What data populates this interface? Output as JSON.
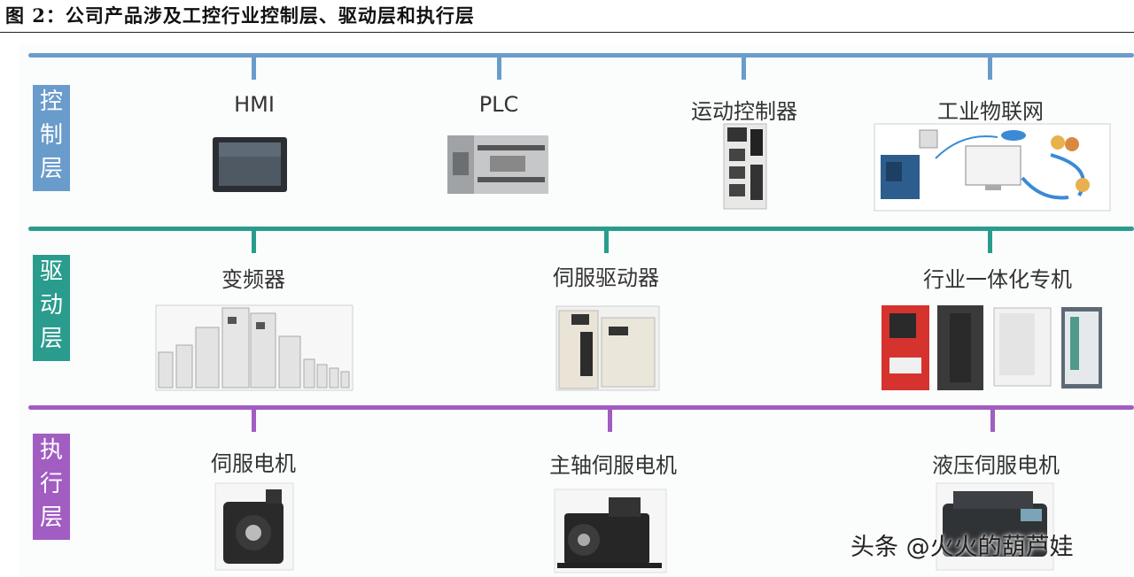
{
  "title": "图 2：公司产品涉及工控行业控制层、驱动层和执行层",
  "colors": {
    "control": "#6a9ccb",
    "drive": "#2a9c8d",
    "execute": "#a15dc2"
  },
  "layers": [
    {
      "name": "控制层",
      "chars": [
        "控",
        "制",
        "层"
      ],
      "items": [
        {
          "label": "HMI",
          "icon": "hmi-touch-panel"
        },
        {
          "label": "PLC",
          "icon": "plc-module"
        },
        {
          "label": "运动控制器",
          "icon": "motion-controller"
        },
        {
          "label": "工业物联网",
          "icon": "iiot-network"
        }
      ]
    },
    {
      "name": "驱动层",
      "chars": [
        "驱",
        "动",
        "层"
      ],
      "items": [
        {
          "label": "变频器",
          "icon": "inverter-family"
        },
        {
          "label": "伺服驱动器",
          "icon": "servo-drive"
        },
        {
          "label": "行业一体化专机",
          "icon": "integrated-machines"
        }
      ]
    },
    {
      "name": "执行层",
      "chars": [
        "执",
        "行",
        "层"
      ],
      "items": [
        {
          "label": "伺服电机",
          "icon": "servo-motor"
        },
        {
          "label": "主轴伺服电机",
          "icon": "spindle-servo-motor"
        },
        {
          "label": "液压伺服电机",
          "icon": "hydraulic-servo-motor"
        }
      ]
    }
  ],
  "watermark": "头条 @火火的葫芦娃"
}
